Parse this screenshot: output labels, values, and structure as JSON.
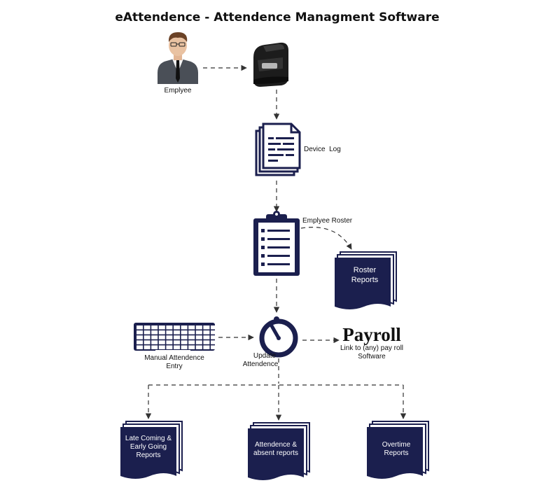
{
  "title": "eAttendence - Attendence Managment Software",
  "colors": {
    "navy": "#1b1f4e",
    "connector": "#333333",
    "text": "#111111"
  },
  "nodes": {
    "employee": {
      "label": "Emplyee",
      "icon": "person-icon"
    },
    "device": {
      "icon": "fingerprint-scanner-icon"
    },
    "device_log": {
      "label": "Device  Log",
      "icon": "documents-icon"
    },
    "roster": {
      "label": "Emplyee Roster",
      "icon": "clipboard-icon"
    },
    "roster_reports": {
      "line1": "Roster",
      "line2": "Reports",
      "icon": "report-stack-icon"
    },
    "manual_entry": {
      "line1": "Manual Attendence",
      "line2": "Entry",
      "icon": "keyboard-icon"
    },
    "update": {
      "line1": "Update",
      "line2": "Attendence",
      "icon": "stopwatch-icon"
    },
    "payroll": {
      "title": "Payroll",
      "line1": "Link to (any) pay roll",
      "line2": "Software"
    },
    "late_reports": {
      "line1": "Late Coming &",
      "line2": "Early Going",
      "line3": "Reports",
      "icon": "report-stack-icon"
    },
    "absent_reports": {
      "line1": "Attendence &",
      "line2": "absent reports",
      "icon": "report-stack-icon"
    },
    "overtime_reports": {
      "line1": "Overtime",
      "line2": "Reports",
      "icon": "report-stack-icon"
    }
  }
}
